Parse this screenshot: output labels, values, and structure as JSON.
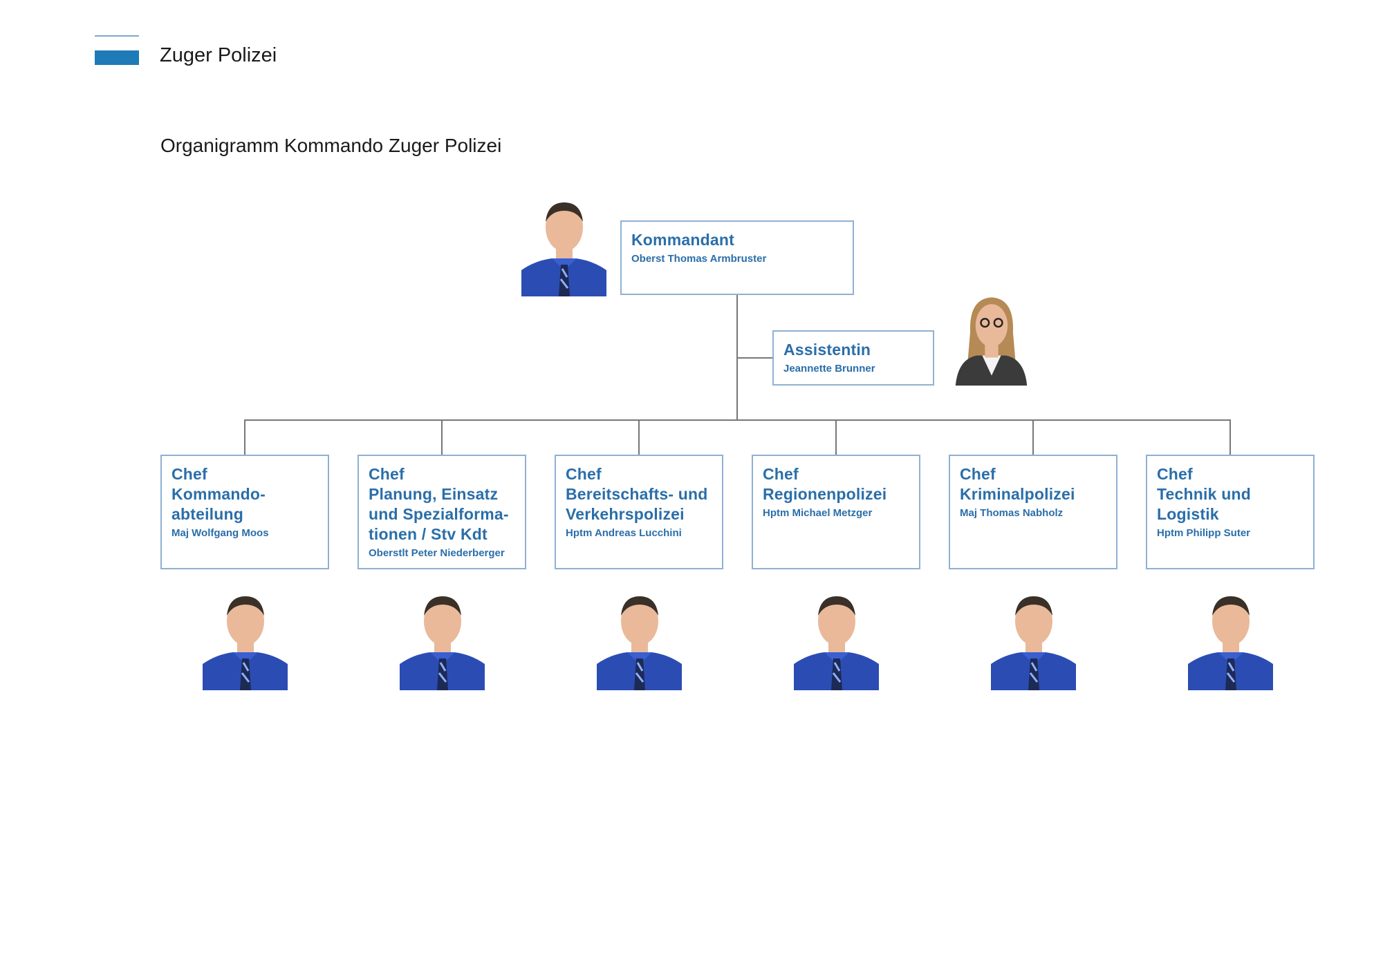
{
  "header": {
    "org_name": "Zuger Polizei",
    "title": "Organigramm Kommando Zuger Polizei"
  },
  "colors": {
    "accent": "#1f7ab8",
    "box_text": "#2a6ea9",
    "box_border": "#8fb0d4",
    "uniform": "#2b4db3"
  },
  "commander": {
    "role": "Kommandant",
    "name": "Oberst Thomas Armbruster"
  },
  "assistant": {
    "role": "Assistentin",
    "name": "Jeannette Brunner"
  },
  "chiefs": [
    {
      "role": "Chef\nKommando-\nabteilung",
      "name": "Maj Wolfgang Moos"
    },
    {
      "role": "Chef\nPlanung, Einsatz\nund Spezialforma-\ntionen / Stv Kdt",
      "name": "Oberstlt Peter Niederberger"
    },
    {
      "role": "Chef\nBereitschafts- und\nVerkehrspolizei",
      "name": "Hptm Andreas Lucchini"
    },
    {
      "role": "Chef\nRegionenpolizei",
      "name": "Hptm Michael Metzger"
    },
    {
      "role": "Chef\nKriminalpolizei",
      "name": "Maj Thomas Nabholz"
    },
    {
      "role": "Chef\nTechnik und\nLogistik",
      "name": "Hptm Philipp Suter"
    }
  ]
}
